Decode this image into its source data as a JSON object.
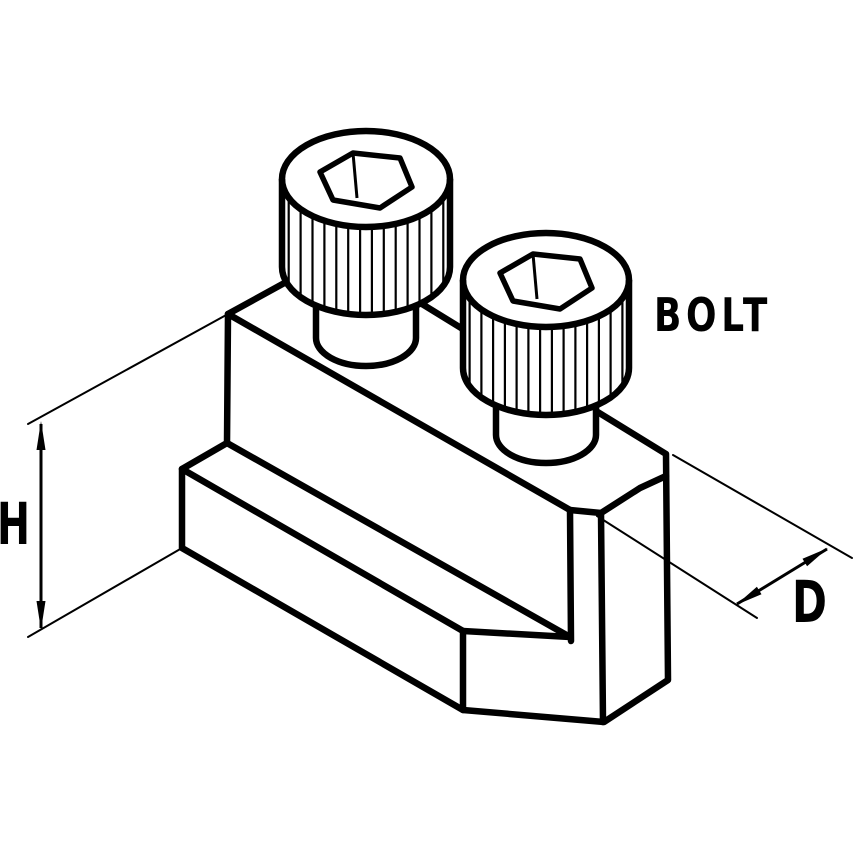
{
  "drawing": {
    "type": "isometric technical illustration",
    "subject": "T-slot clamp block with two socket head cap screws",
    "labels": {
      "bolt": "BOLT",
      "height_dim": "H",
      "depth_dim": "D"
    },
    "colors": {
      "line": "#000000",
      "background": "#ffffff"
    }
  }
}
